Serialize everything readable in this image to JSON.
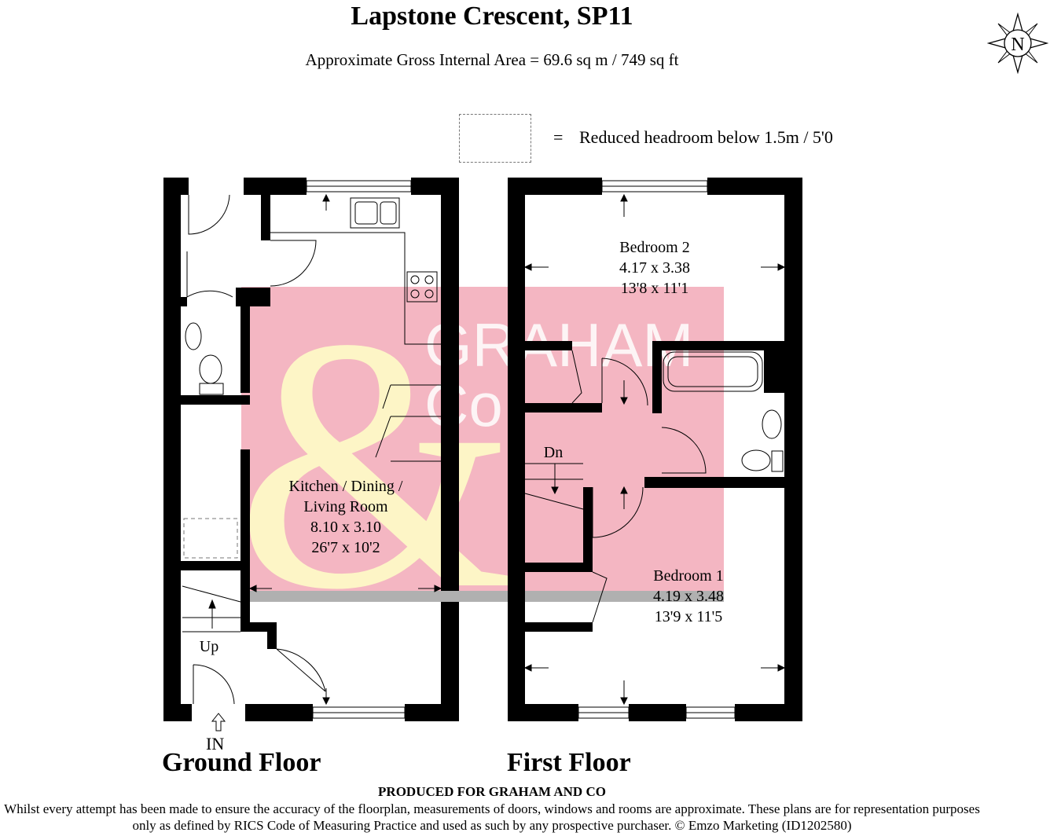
{
  "title": "Lapstone Crescent, SP11",
  "area": "Approximate Gross Internal Area = 69.6 sq m / 749 sq ft",
  "legend": {
    "equals": "=",
    "text": "Reduced headroom below 1.5m / 5'0"
  },
  "compass": {
    "label": "N"
  },
  "watermark": {
    "symbol": "&",
    "line1": "GRAHAM",
    "line2": "Co",
    "pink": "#f4b6c2",
    "cream": "#fdf5c6"
  },
  "ground_floor": {
    "label": "Ground Floor",
    "room": {
      "line1": "Kitchen / Dining /",
      "line2": "Living Room",
      "metric": "8.10 x 3.10",
      "imperial": "26'7 x 10'2"
    },
    "stairs_label": "Up",
    "entrance_label": "IN"
  },
  "first_floor": {
    "label": "First Floor",
    "bedroom2": {
      "name": "Bedroom 2",
      "metric": "4.17 x 3.38",
      "imperial": "13'8 x 11'1"
    },
    "bedroom1": {
      "name": "Bedroom 1",
      "metric": "4.19 x 3.48",
      "imperial": "13'9 x 11'5"
    },
    "stairs_label": "Dn"
  },
  "footer": {
    "produced": "PRODUCED FOR GRAHAM AND CO",
    "disclaimer": "Whilst every attempt has been made to ensure the accuracy of the floorplan, measurements of doors, windows and rooms are approximate. These plans are for representation purposes only as defined by RICS Code of Measuring Practice and used as such by any prospective purchaser. © Emzo Marketing (ID1202580)"
  }
}
